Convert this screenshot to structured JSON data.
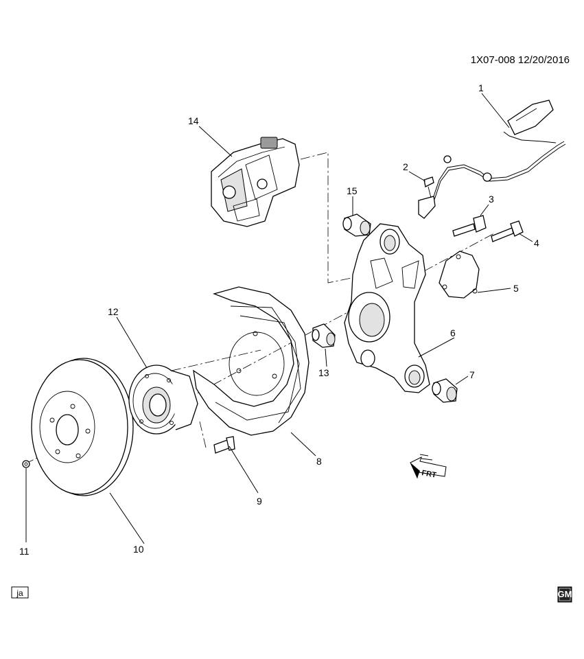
{
  "diagram": {
    "reference": "1X07-008  12/20/2016",
    "corner_box_label": "ja",
    "brand_badge": {
      "text": "GM",
      "icon": "gm-logo-icon"
    },
    "direction_marker": {
      "text": "FRT",
      "icon": "front-direction-arrow-icon"
    },
    "callouts": [
      "1",
      "2",
      "3",
      "4",
      "5",
      "6",
      "7",
      "8",
      "9",
      "10",
      "11",
      "12",
      "13",
      "14",
      "15"
    ]
  }
}
